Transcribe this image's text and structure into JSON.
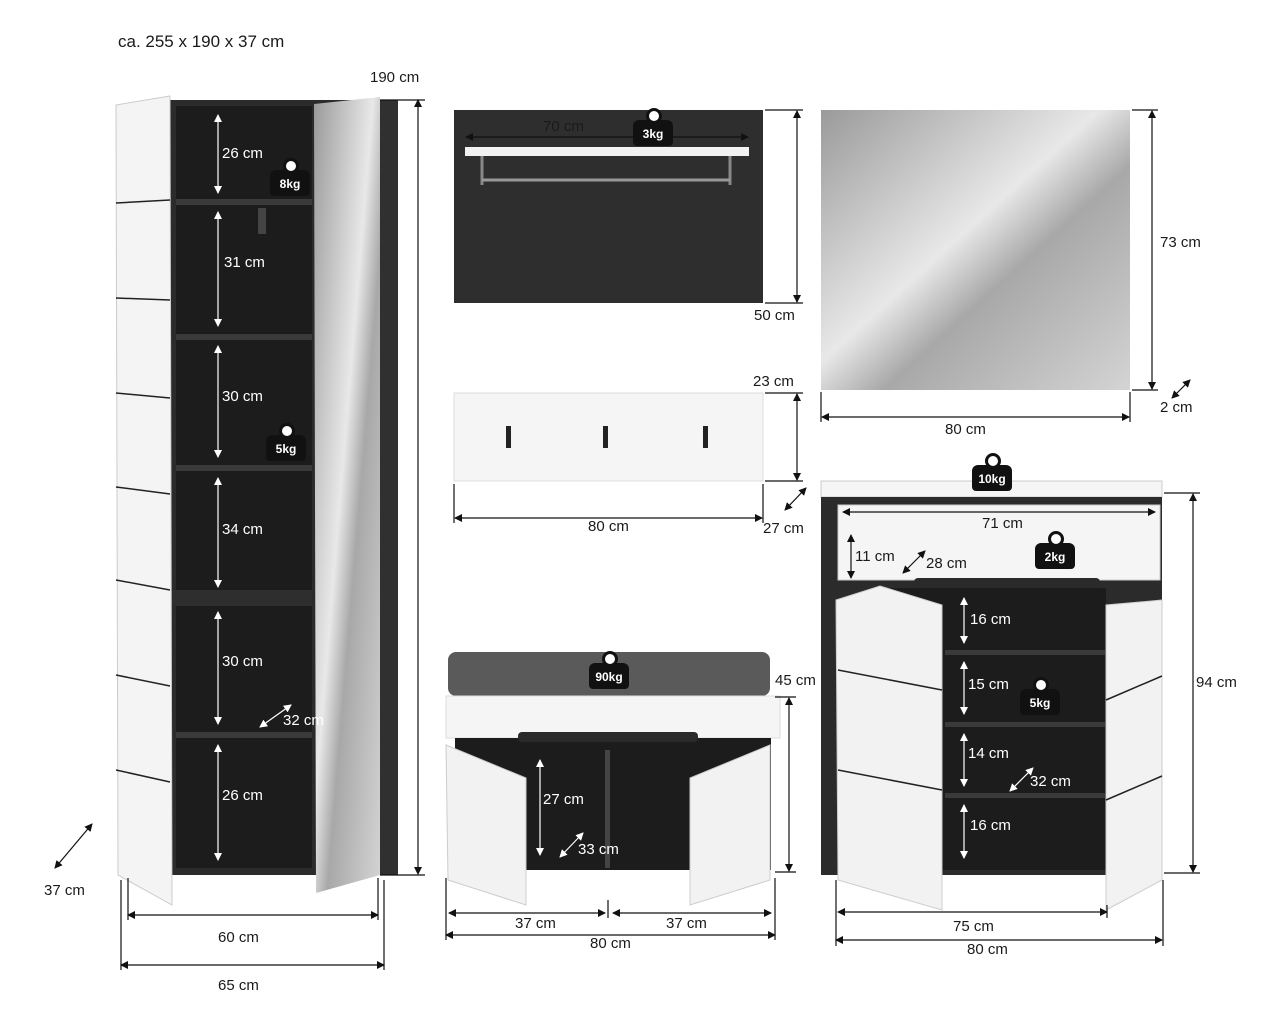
{
  "title": "ca. 255 x 190 x 37 cm",
  "tall_cabinet": {
    "height": "190 cm",
    "compartments": [
      "26 cm",
      "31 cm",
      "30 cm",
      "34 cm",
      "30 cm",
      "26 cm"
    ],
    "weights": [
      "8kg",
      "5kg"
    ],
    "inner_depth": "32 cm",
    "depth": "37 cm",
    "inner_width": "60 cm",
    "width": "65 cm"
  },
  "wall_panel": {
    "shelf_width": "70 cm",
    "weight": "3kg",
    "height": "50 cm"
  },
  "coat_rack": {
    "height": "23 cm",
    "width": "80 cm",
    "depth": "27 cm"
  },
  "mirror": {
    "height": "73 cm",
    "depth": "2 cm",
    "width": "80 cm"
  },
  "bench": {
    "weight": "90kg",
    "height": "45 cm",
    "inner_height": "27 cm",
    "inner_depth": "33 cm",
    "left_width": "37 cm",
    "right_width": "37 cm",
    "width": "80 cm"
  },
  "shoe_cabinet": {
    "top_weight": "10kg",
    "drawer_width": "71 cm",
    "drawer_height": "11 cm",
    "drawer_depth": "28 cm",
    "drawer_weight": "2kg",
    "compartments": [
      "16 cm",
      "15 cm",
      "14 cm",
      "16 cm"
    ],
    "shelf_weight": "5kg",
    "inner_depth": "32 cm",
    "height": "94 cm",
    "inner_width": "75 cm",
    "width": "80 cm"
  }
}
